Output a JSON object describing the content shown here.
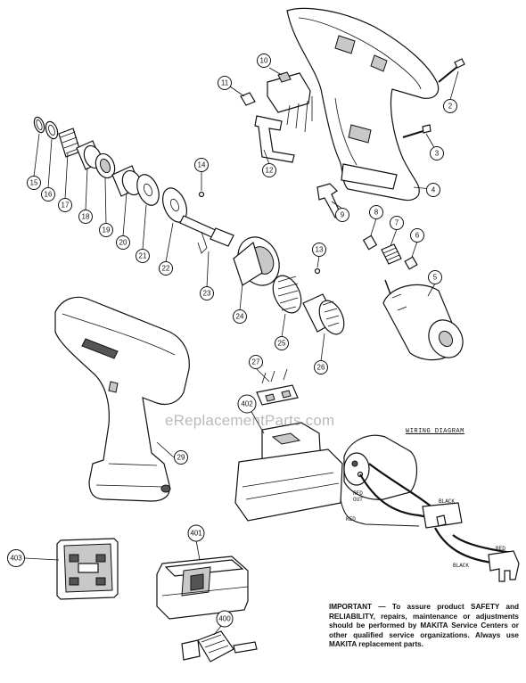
{
  "diagram": {
    "callouts": [
      "10",
      "11",
      "12",
      "2",
      "3",
      "4",
      "9",
      "14",
      "15",
      "16",
      "17",
      "18",
      "19",
      "20",
      "21",
      "22",
      "23",
      "24",
      "25",
      "26",
      "13",
      "8",
      "7",
      "6",
      "5",
      "27",
      "402",
      "29",
      "401",
      "403",
      "400"
    ],
    "wiring_diagram": {
      "title": "WIRING DIAGRAM",
      "labels": [
        "RED",
        "OUT",
        "RED",
        "BLACK",
        "RED",
        "BLACK"
      ]
    },
    "watermark": "eReplacementParts.com",
    "notice": "IMPORTANT — To assure product SAFETY and RELIABILITY, repairs, maintenance or adjustments should be performed by MAKITA Service Centers or other qualified service organizations. Always use MAKITA replacement parts."
  }
}
